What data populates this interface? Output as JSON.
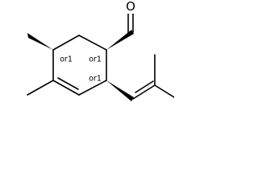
{
  "molecule": {
    "atoms": {
      "oxygen": "O"
    },
    "stereo_labels": {
      "c1": "or1",
      "c2": "or1",
      "c3": "or1"
    }
  }
}
